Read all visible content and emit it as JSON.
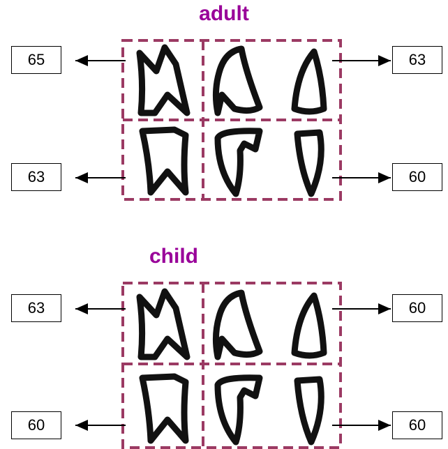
{
  "colors": {
    "dashed_border": "#9b3a63",
    "title": "#990099",
    "tooth_stroke": "#111111"
  },
  "panels": [
    {
      "title": "adult",
      "values": {
        "top_left": "65",
        "top_right": "63",
        "bottom_left": "63",
        "bottom_right": "60"
      }
    },
    {
      "title": "child",
      "values": {
        "top_left": "63",
        "top_right": "60",
        "bottom_left": "60",
        "bottom_right": "60"
      }
    }
  ]
}
